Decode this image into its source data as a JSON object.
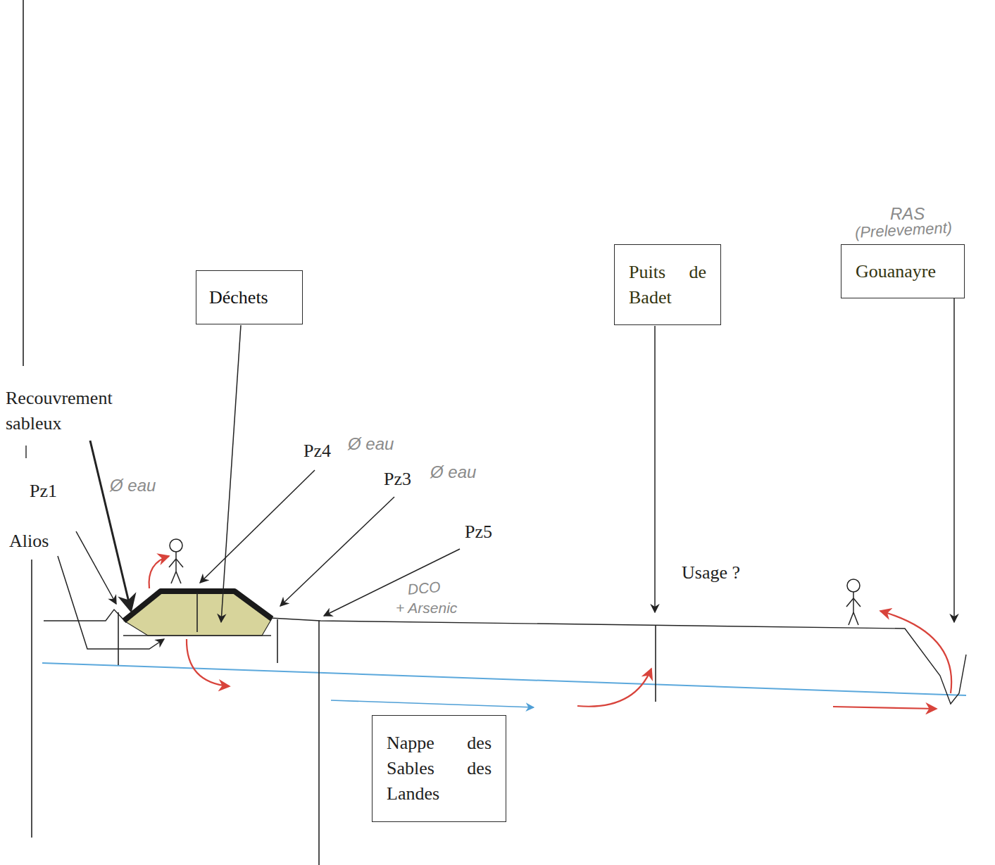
{
  "diagram": {
    "nodes": [
      {
        "text": [
          "Déchets"
        ]
      },
      {
        "text": [
          "Puits de Badet"
        ]
      },
      {
        "text": [
          "Gouanayre"
        ]
      },
      {
        "text": [
          "Nappe des Sables des Landes"
        ]
      }
    ],
    "labels": [
      "Recouvrement sableux",
      "Pz1",
      "Ø eau",
      "Alios",
      "Pz4",
      "Ø eau",
      "Pz3",
      "Ø eau",
      "Pz5",
      "DCO",
      "+ Arsenic",
      "Usage ?",
      "RAS",
      "(Prelevement)"
    ]
  }
}
